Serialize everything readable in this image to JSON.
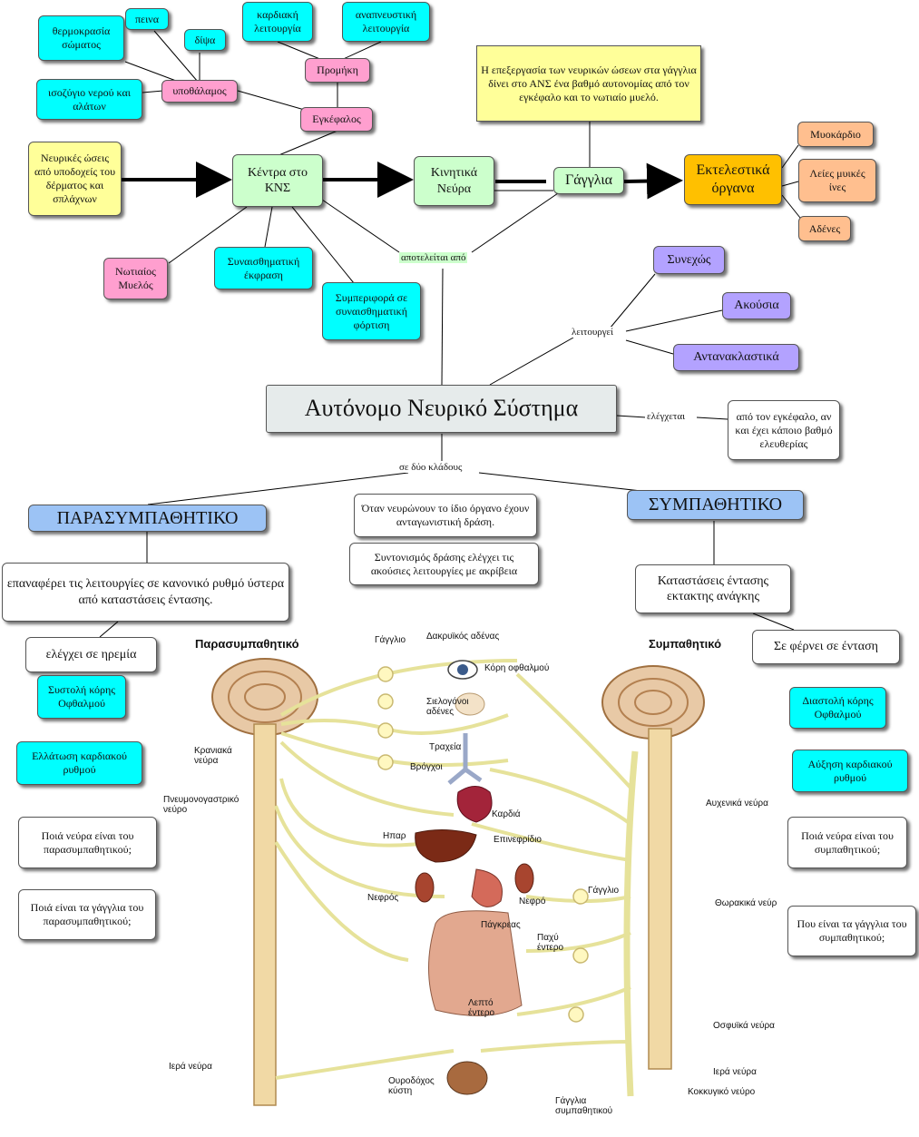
{
  "nodes": {
    "thermokrasia": "θερμοκρασία σώματος",
    "peina": "πεινα",
    "dipsa": "δίψα",
    "kardiaki": "καρδιακή λειτουργία",
    "anapneustiki": "αναπνευστική λειτουργία",
    "promiki": "Προμήκη",
    "isozygio": "ισοζύγιο νερού και αλάτων",
    "ypothalamos": "υποθάλαμος",
    "egkefalos": "Εγκέφαλος",
    "epexergasia": "Η επεξεργασία των νευρικών ώσεων στα γάγγλια δίνει στο ΑΝΣ ένα βαθμό αυτονομίας από τον εγκέφαλο και το νωτιαίο μυελό.",
    "myokardio": "Μυοκάρδιο",
    "neurikes_oseis": "Νευρικές ώσεις από υποδοχείς του δέρματος και σπλάχνων",
    "kentra": "Κέντρα στο ΚΝΣ",
    "kinitika": "Κινητικά Νεύρα",
    "gagglia": "Γάγγλια",
    "ektelestika": "Εκτελεστικά όργανα",
    "leies": "Λείες μυικές ίνες",
    "adenes": "Αδένες",
    "notiaios": "Νωτιαίος Μυελός",
    "synaisthimatiki": "Συναισθηματική έκφραση",
    "symperifora": "Συμπεριφορά σε συναισθηματική φόρτιση",
    "synexos": "Συνεχώς",
    "akousia": "Ακούσια",
    "antanaklastika": "Αντανακλαστικά",
    "ans": "Αυτόνομο Νευρικό Σύστημα",
    "apo_ton_egkefalo": "από τον εγκέφαλο, αν και έχει κάποιο βαθμό ελευθερίας",
    "parasympathitiko": "ΠΑΡΑΣΥΜΠΑΘΗΤΙΚΟ",
    "otan": "Όταν νευρώνουν το ίδιο όργανο έχουν ανταγωνιστική δράση.",
    "sympathitiko": "ΣΥΜΠΑΘΗΤΙΚΟ",
    "syntonismos": "Συντονισμός δράσης ελέγχει τις ακούσιες  λειτουργίες με ακρίβεια",
    "epanaferei": "επαναφέρει τις λειτουργίες σε κανονικό ρυθμό ύστερα από καταστάσεις έντασης.",
    "katastaseis": "Καταστάσεις έντασης εκτακτης ανάγκης",
    "eremia": "ελέγχει σε ηρεμία",
    "se_ferni": "Σε φέρνει σε ένταση",
    "systoli": "Συστολή κόρης Οφθαλμού",
    "diastoli": "Διαστολή κόρης Οφθαλμού",
    "elattosi": "Ελλάτωση καρδιακού ρυθμού",
    "afxisi": "Αύξηση καρδιακού ρυθμού",
    "poia_neura_para": "Ποιά νεύρα είναι του παρασυμπαθητικού;",
    "poia_neura_sym": "Ποιά νεύρα είναι του συμπαθητικού;",
    "poia_gagglia_para": "Ποιά είναι τα γάγγλια του παρασυμπαθητικού;",
    "pou_gagglia_sym": "Που είναι τα γάγγλια του συμπαθητικού;"
  },
  "links": {
    "apoteleitai": "αποτελείται από",
    "leitourgei": "λειτουργεί",
    "elegxetai": "ελέγχεται",
    "se_dyo": "σε δύο κλάδους"
  },
  "figure": {
    "title_left": "Παρασυμπαθητικό",
    "title_right": "Συμπαθητικό",
    "labels": {
      "gagglio_top": "Γάγγλιο",
      "dakryikos": "Δακρυϊκός αδένας",
      "kori": "Κόρη οφθαλμού",
      "sielogonoi": "Σιελογόνοι αδένες",
      "traxeia": "Τραχεία",
      "brogxoi": "Βρόγχοι",
      "kardia": "Καρδιά",
      "kraniaka": "Κρανιακά νεύρα",
      "pneumono": "Πνευμονογαστρικό νεύρο",
      "ipar": "Ηπαρ",
      "epinefridio": "Επινεφρίδιο",
      "nefros_left": "Νεφρός",
      "nefro_right": "Νεφρό",
      "pagkreas": "Πάγκρεας",
      "gagglio_mid": "Γάγγλιο",
      "paxy": "Παχύ έντερο",
      "lepto": "Λεπτό έντερο",
      "ouro": "Ουροδόχος κύστη",
      "iera_left": "Ιερά νεύρα",
      "gagglia_sym": "Γάγγλια συμπαθητικού",
      "auxenika": "Αυχενικά νεύρα",
      "thorakika": "Θωρακικά νεύρ",
      "osfyika": "Οσφυϊκά νεύρα",
      "iera_right": "Ιερά νεύρα",
      "kokkygiko": "Κοκκυγικό νεύρο"
    }
  },
  "colors": {
    "cyan": "#00ffff",
    "pink": "#ff9fcf",
    "yellow": "#ffff99",
    "green": "#ccffcc",
    "orange": "#ffc000",
    "peach": "#ffbf8f",
    "purple": "#b3a2ff",
    "blue": "#9cc3f5",
    "nerve": "#e6e29a"
  }
}
